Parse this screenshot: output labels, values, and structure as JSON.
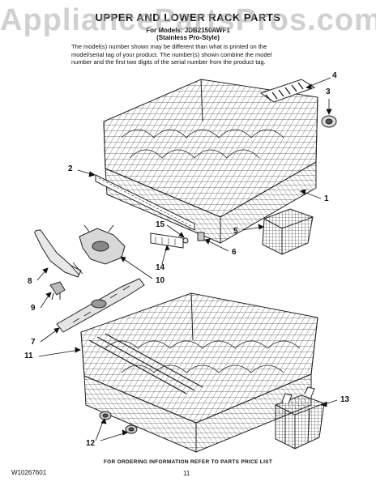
{
  "watermark": "AppliancePartsPros.com",
  "header": {
    "title": "UPPER AND LOWER RACK PARTS",
    "for_models": "For Models: JDB2150AWF1",
    "style": "(Stainless Pro-Style)"
  },
  "notes": [
    "The model(s) number shown may be different than what is printed on the",
    "model/serial tag of your product. The number(s) shown combine the model",
    "number and the first two digits of the serial number from the product tag."
  ],
  "callouts": {
    "c1": "1",
    "c2": "2",
    "c3": "3",
    "c4": "4",
    "c5": "5",
    "c6": "6",
    "c7": "7",
    "c8": "8",
    "c9": "9",
    "c10": "10",
    "c11": "11",
    "c12": "12",
    "c13": "13",
    "c14": "14",
    "c15": "15"
  },
  "footer": {
    "doc_id": "W10267601",
    "ordering_note": "FOR ORDERING INFORMATION REFER TO PARTS PRICE LIST",
    "page_number": "11"
  }
}
